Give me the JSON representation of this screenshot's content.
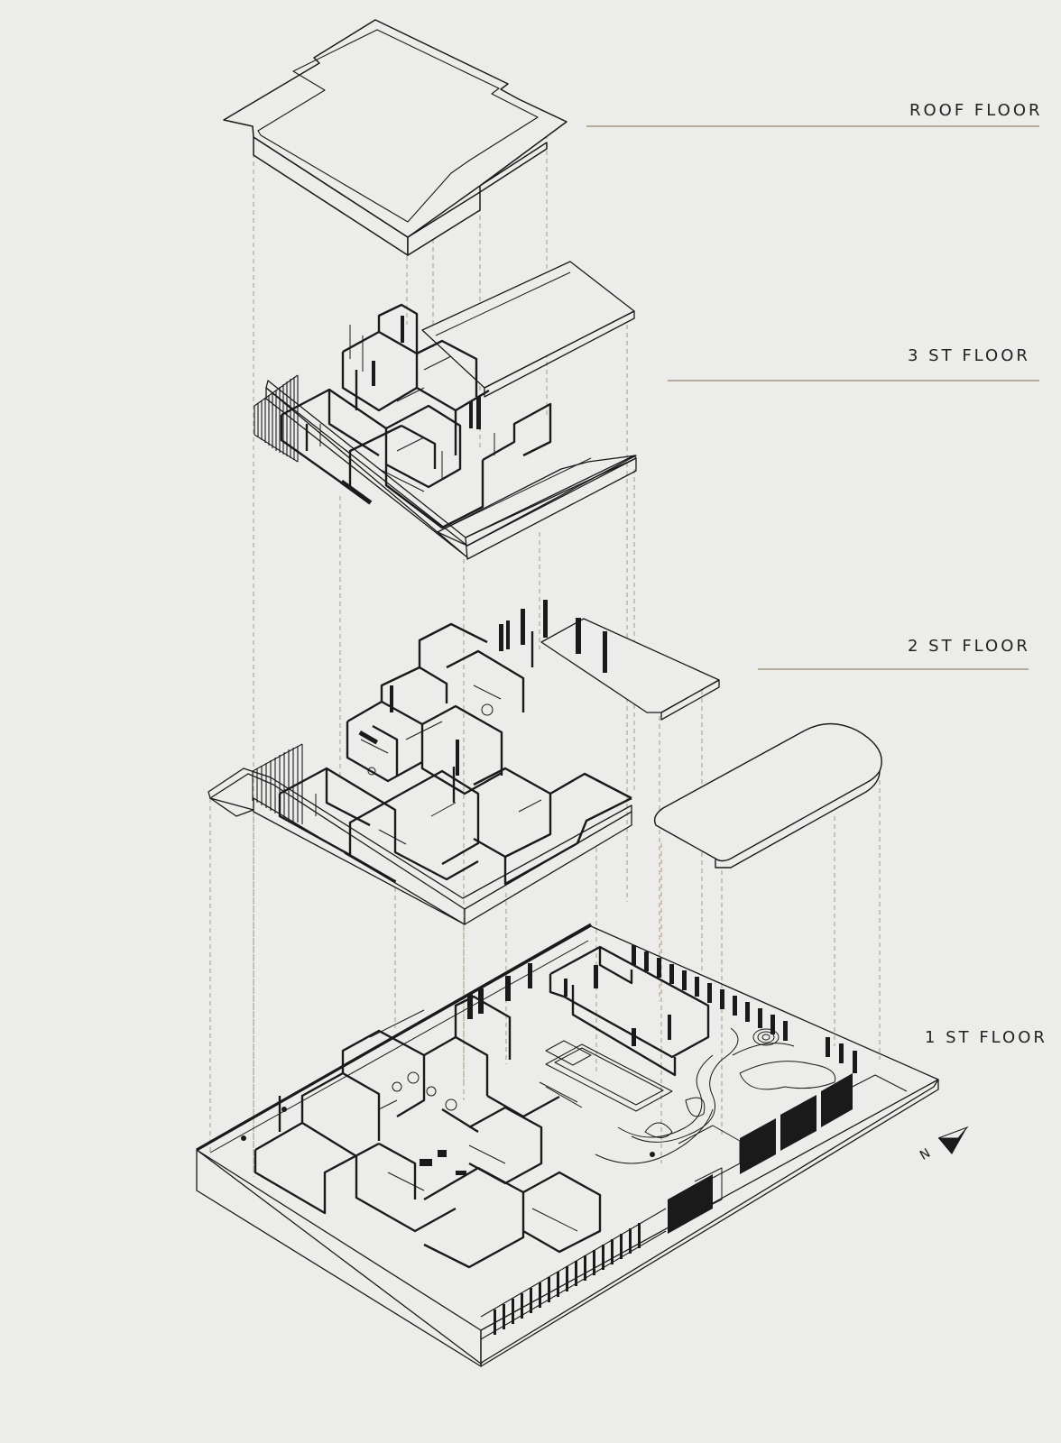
{
  "labels": {
    "roof": "ROOF FLOOR",
    "third": "3 ST FLOOR",
    "second": "2 ST FLOOR",
    "first": "1 ST FLOOR"
  },
  "compass": {
    "north_letter": "N",
    "icon": "north-arrow-icon"
  },
  "colors": {
    "background": "#ececea",
    "line": "#1a1a1a",
    "guide": "#b7a690",
    "label_rule": "#b7ab9a"
  }
}
